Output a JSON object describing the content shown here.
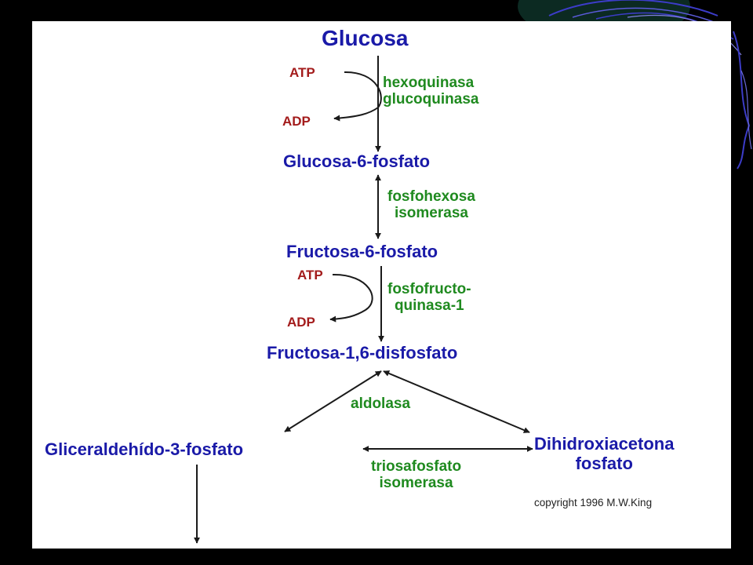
{
  "metabolites": {
    "glucose": "Glucosa",
    "g6p": "Glucosa-6-fosfato",
    "f6p": "Fructosa-6-fosfato",
    "f16bp": "Fructosa-1,6-disfosfato",
    "gap": "Gliceraldehído-3-fosfato",
    "dhap_line1": "Dihidroxiacetona",
    "dhap_line2": "fosfato"
  },
  "enzymes": {
    "step1_line1": "hexoquinasa",
    "step1_line2": "glucoquinasa",
    "step2_line1": "fosfohexosa",
    "step2_line2": "isomerasa",
    "step3_line1": "fosfofructo-",
    "step3_line2": "quinasa-1",
    "step4": "aldolasa",
    "step5_line1": "triosafosfato",
    "step5_line2": "isomerasa"
  },
  "cofactors": {
    "step1_in": "ATP",
    "step1_out": "ADP",
    "step3_in": "ATP",
    "step3_out": "ADP"
  },
  "copyright": "copyright 1996 M.W.King",
  "colors": {
    "metabolite": "#1a1aa8",
    "enzyme": "#1f8a1f",
    "cofactor": "#a31b1b",
    "arrow": "#1a1a1a",
    "background": "#000000",
    "panel": "#ffffff",
    "decor": "#3c3cc8"
  }
}
